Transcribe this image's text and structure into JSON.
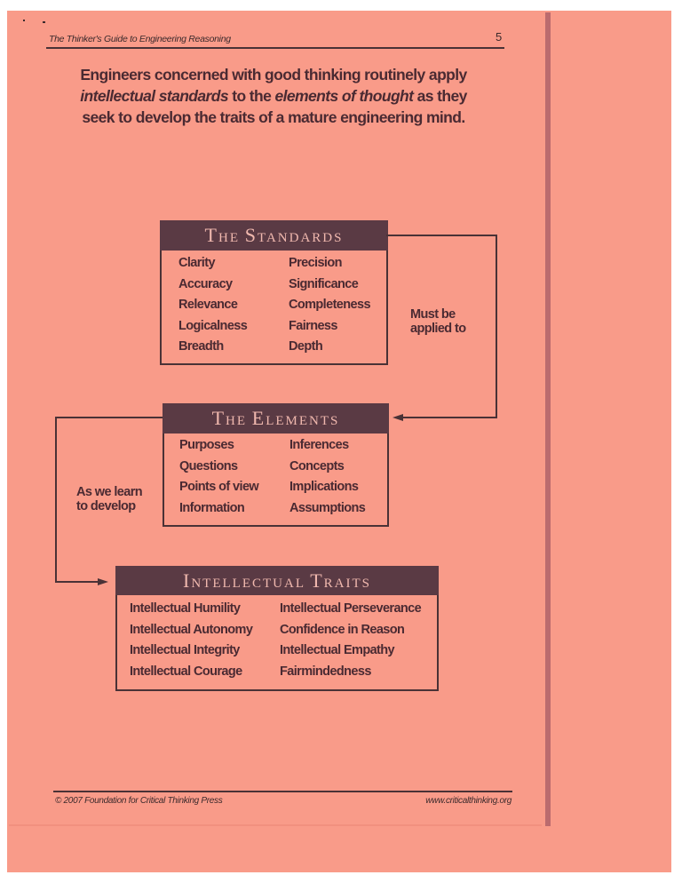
{
  "page": {
    "background_color": "#f99b89",
    "ink_color": "#4a2a32",
    "header_fill_color": "#5a3a44"
  },
  "header": {
    "running_title": "The Thinker's Guide to Engineering Reasoning",
    "page_number": "5"
  },
  "headline": {
    "line1": "Engineers concerned with good thinking routinely apply",
    "line2_italic_a": "intellectual standards",
    "line2_plain_a": " to the ",
    "line2_italic_b": "elements of thought",
    "line2_plain_b": " as they",
    "line3": "seek to develop the traits of a mature engineering mind."
  },
  "diagram": {
    "standards": {
      "title_initial_1": "T",
      "title_rest_1": "HE ",
      "title_initial_2": "S",
      "title_rest_2": "TANDARDS",
      "left": [
        "Clarity",
        "Accuracy",
        "Relevance",
        "Logicalness",
        "Breadth"
      ],
      "right": [
        "Precision",
        "Significance",
        "Completeness",
        "Fairness",
        "Depth"
      ]
    },
    "connector_right_label": {
      "line1": "Must be",
      "line2": "applied to"
    },
    "elements": {
      "title_initial_1": "T",
      "title_rest_1": "HE ",
      "title_initial_2": "E",
      "title_rest_2": "LEMENTS",
      "left": [
        "Purposes",
        "Questions",
        "Points of view",
        "Information"
      ],
      "right": [
        "Inferences",
        "Concepts",
        "Implications",
        "Assumptions"
      ]
    },
    "connector_left_label": {
      "line1": "As we learn",
      "line2": "to develop"
    },
    "traits": {
      "title_initial_1": "I",
      "title_rest_1": "NTELLECTUAL ",
      "title_initial_2": "T",
      "title_rest_2": "RAITS",
      "left": [
        "Intellectual Humility",
        "Intellectual Autonomy",
        "Intellectual Integrity",
        "Intellectual Courage"
      ],
      "right": [
        "Intellectual Perseverance",
        "Confidence in Reason",
        "Intellectual Empathy",
        "Fairmindedness"
      ]
    }
  },
  "footer": {
    "copyright": "© 2007 Foundation for Critical Thinking Press",
    "website": "www.criticalthinking.org"
  }
}
